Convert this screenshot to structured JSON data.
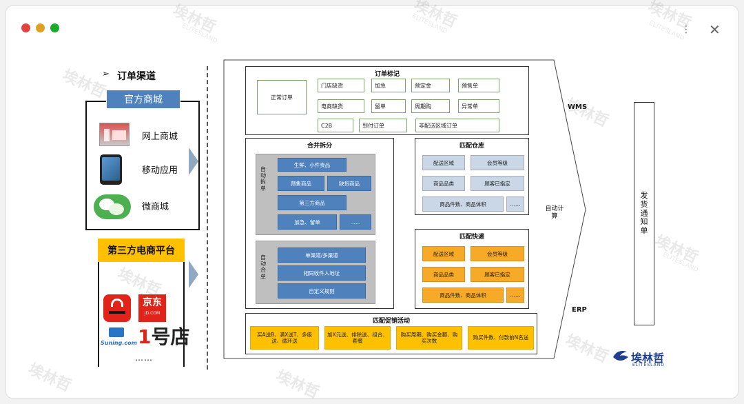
{
  "window": {
    "dot_colors": [
      "#e0443e",
      "#dea123",
      "#1aab29"
    ],
    "close_icon": "close-icon",
    "settings_icon": "dots-icon"
  },
  "left": {
    "heading_arrow": "➢",
    "heading": "订单渠道",
    "official_title": "官方商城",
    "official_items": [
      {
        "label": "网上商城",
        "icon": "storefront-photo-icon"
      },
      {
        "label": "移动应用",
        "icon": "smartphone-icon"
      },
      {
        "label": "微商城",
        "icon": "wechat-icon"
      }
    ],
    "third_title": "第三方电商平台",
    "third_logos": [
      {
        "label": "天猫",
        "icon": "tmall-icon"
      },
      {
        "label": "京东",
        "sub": "JD.COM",
        "icon": "jd-icon"
      },
      {
        "label": "Suning.com",
        "icon": "suning-icon"
      },
      {
        "label": "1号店",
        "icon": "yhd-icon"
      }
    ],
    "ellipsis": "……"
  },
  "order_marks": {
    "title": "订单标记",
    "normal": "正常订单",
    "row1": [
      "门店缺货",
      "加急",
      "预定金",
      "预售单"
    ],
    "row2": [
      "电商缺货",
      "留单",
      "周期购",
      "异常单"
    ],
    "row3": [
      "C2B",
      "到付订单",
      "非配送区域订单"
    ]
  },
  "merge_split": {
    "title": "合并拆分",
    "auto_split_label": "自动拆单",
    "auto_split_items": [
      "生鲜、小件贵品",
      "预售商品",
      "缺货商品",
      "第三方商品",
      "加急、留单",
      "……"
    ],
    "auto_merge_label": "自动合单",
    "auto_merge_items": [
      "单渠道/多渠道",
      "相同收件人地址",
      "自定义规则"
    ]
  },
  "warehouse": {
    "title": "匹配仓库",
    "items": [
      "配送区域",
      "会员等级",
      "商品品类",
      "顾客已指定",
      "商品件数、商品体积",
      "……"
    ]
  },
  "express": {
    "title": "匹配快递",
    "items": [
      "配送区域",
      "会员等级",
      "商品品类",
      "顾客已指定",
      "商品件数、商品体积",
      "……"
    ]
  },
  "promo": {
    "title": "匹配促销活动",
    "items": [
      "买A送B、满X送T、多级送、循环送",
      "加X元送、排除送、组合、套餐",
      "购买周期、购买金额、购买次数",
      "购买件数、付款前N名送"
    ]
  },
  "arrow": {
    "wms": "WMS",
    "auto_calc": "自动计算",
    "erp": "ERP"
  },
  "notice": "发货通知单",
  "logo": {
    "text": "埃林哲",
    "sub": "ELITESLAND"
  },
  "watermark": {
    "text": "埃林哲",
    "sub": "ELITESLAND"
  },
  "colors": {
    "blue": "#4f81bd",
    "light_blue": "#c9d7e6",
    "orange": "#f7a928",
    "yellow": "#ffc000",
    "green_border": "#7fa26a"
  }
}
